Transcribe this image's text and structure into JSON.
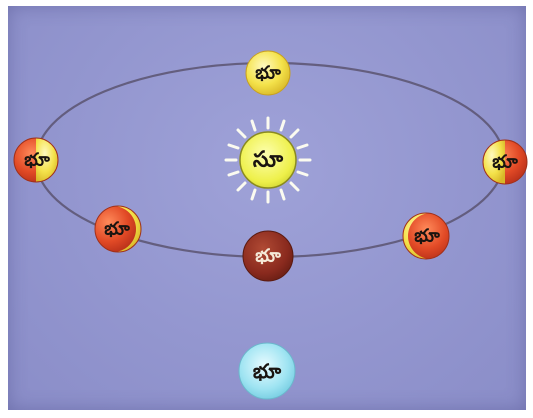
{
  "diagram": {
    "sun": {
      "label": "సూ",
      "color": "#f2f04a"
    },
    "earth_label": "భూ",
    "colors": {
      "background": "#9396cf",
      "orbit": "#5a5470",
      "full_moon": "#f4e24a",
      "new_moon": "#8a2a1e",
      "crescent": "#e8502a",
      "observer": "#9fe4f2"
    },
    "positions": [
      {
        "id": "top",
        "label": "భూ",
        "phase": "full"
      },
      {
        "id": "left",
        "label": "భూ",
        "phase": "half-left"
      },
      {
        "id": "right",
        "label": "భూ",
        "phase": "half-right"
      },
      {
        "id": "lower-left",
        "label": "భూ",
        "phase": "crescent-left"
      },
      {
        "id": "lower-right",
        "label": "భూ",
        "phase": "crescent-right"
      },
      {
        "id": "bottom",
        "label": "భూ",
        "phase": "new"
      }
    ],
    "observer": {
      "label": "భూ"
    }
  }
}
